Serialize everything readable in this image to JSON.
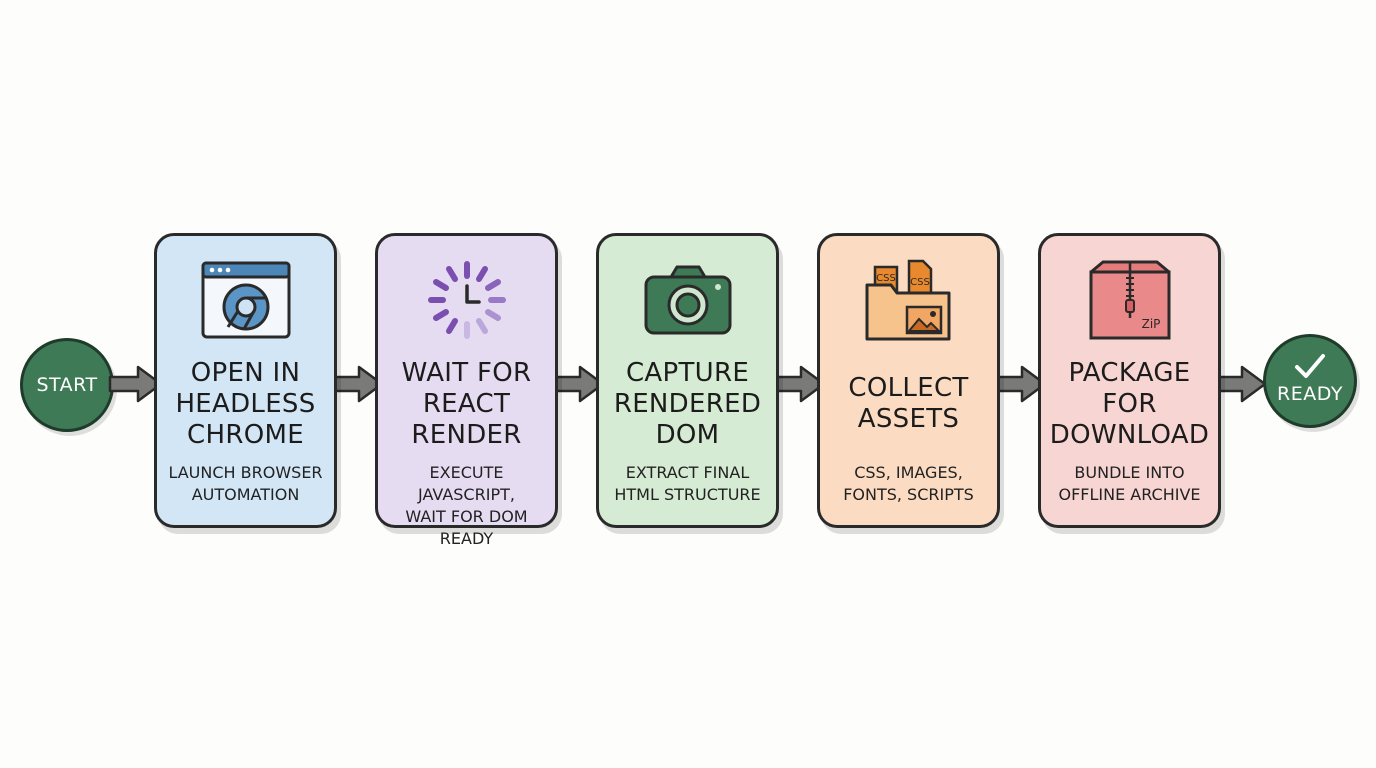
{
  "start": {
    "label": "START"
  },
  "end": {
    "label": "READY"
  },
  "steps": [
    {
      "title": "OPEN IN\nHEADLESS\nCHROME",
      "description": "LAUNCH BROWSER\nAUTOMATION",
      "icon": "browser-chrome-icon",
      "color": "#d3e6f6"
    },
    {
      "title": "WAIT FOR\nREACT\nRENDER",
      "description": "EXECUTE JAVASCRIPT,\nWAIT FOR DOM READY",
      "icon": "loading-spinner-icon",
      "color": "#e6dcf2"
    },
    {
      "title": "CAPTURE\nRENDERED\nDOM",
      "description": "EXTRACT FINAL\nHTML STRUCTURE",
      "icon": "camera-icon",
      "color": "#d6ebd3"
    },
    {
      "title": "COLLECT\nASSETS",
      "description": "CSS, IMAGES,\nFONTS, SCRIPTS",
      "icon": "asset-folder-icon",
      "icon_labels": [
        "CSS",
        "CSS"
      ],
      "color": "#fbdcc3"
    },
    {
      "title": "PACKAGE\nFOR\nDOWNLOAD",
      "description": "BUNDLE INTO\nOFFLINE ARCHIVE",
      "icon": "zip-box-icon",
      "icon_label": "ZiP",
      "color": "#f7d5d3"
    }
  ],
  "colors": {
    "terminal": "#3f7a56",
    "arrow": "#7a7a78",
    "outline": "#2a2a2a"
  }
}
